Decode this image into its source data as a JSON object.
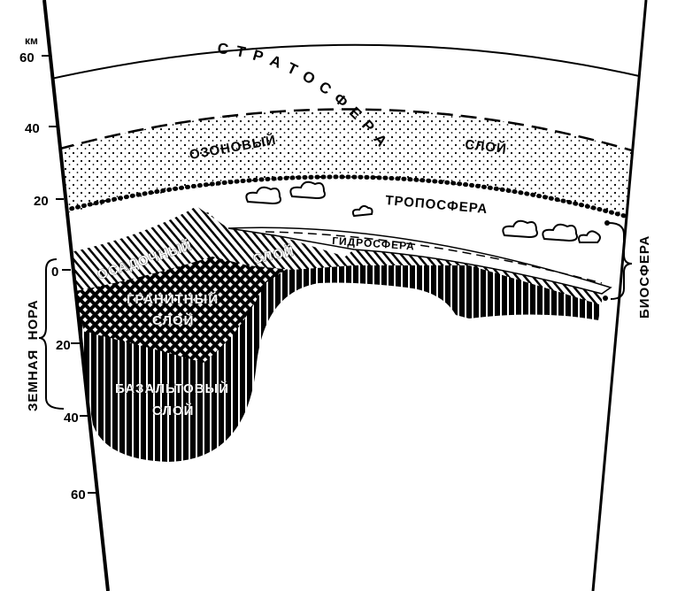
{
  "axis": {
    "unit": "км",
    "ticks_up": [
      "60",
      "40",
      "20"
    ],
    "tick_zero": "0",
    "ticks_down": [
      "20",
      "40",
      "60"
    ]
  },
  "layers": {
    "stratosphere": "С Т Р А Т О С Ф Е Р А",
    "ozone_word1": "ОЗОНОВЫЙ",
    "ozone_word2": "СЛОЙ",
    "troposphere": "ТРОПОСФЕРА",
    "hydrosphere": "ГИДРОСФЕРА",
    "sedimentary_word1": "ОСАДОЧНЫЙ",
    "sedimentary_word2": "СЛОЙ",
    "granite_word1": "ГРАНИТНЫЙ",
    "granite_word2": "СЛОЙ",
    "basalt_word1": "БАЗАЛЬТОВЫЙ",
    "basalt_word2": "СЛОЙ"
  },
  "brackets": {
    "crust": "ЗЕМНАЯ  НОРА",
    "biosphere": "БИОСФЕРА"
  }
}
